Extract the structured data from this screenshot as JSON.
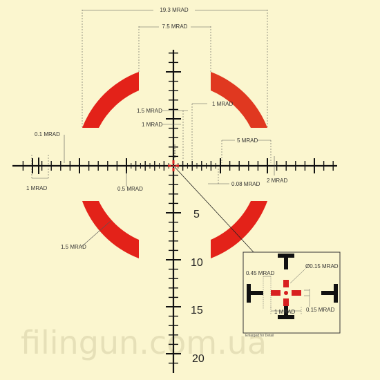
{
  "labels": {
    "width_19_3": "19.3 MRAD",
    "width_7_5": "7.5 MRAD",
    "v_1_5": "1.5 MRAD",
    "v_1_right": "1 MRAD",
    "v_1_left": "1 MRAD",
    "h_5": "5 MRAD",
    "h_0_1": "0.1 MRAD",
    "h_1": "1 MRAD",
    "h_0_5": "0.5 MRAD",
    "h_0_08": "0.08 MRAD",
    "h_2": "2 MRAD",
    "ring_1_5": "1.5 MRAD"
  },
  "numbers": [
    "5",
    "10",
    "15",
    "20"
  ],
  "inset": {
    "dot": "Ø0.15 MRAD",
    "l045": "0.45 MRAD",
    "l015": "0.15 MRAD",
    "l1": "1 MRAD",
    "caption": "Enlarged for Detail"
  },
  "watermark": "filingun.com.ua",
  "colors": {
    "background": "#fbf6cf",
    "ring": "#e32219",
    "ink": "#111111",
    "center": "#d82020"
  }
}
